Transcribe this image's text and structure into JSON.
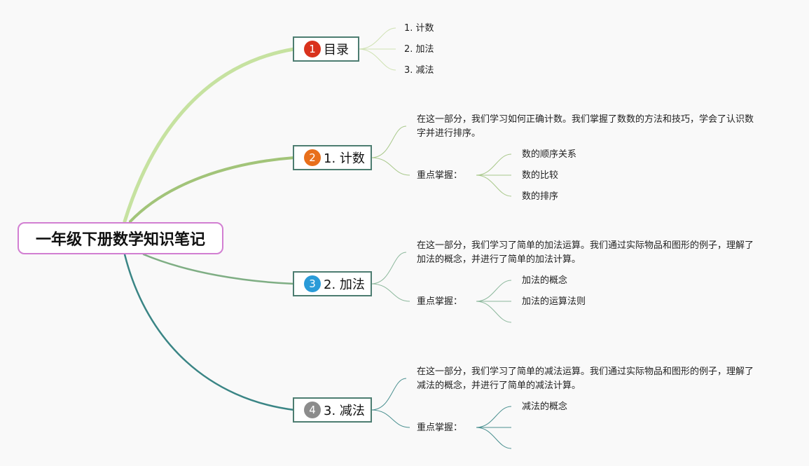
{
  "root": {
    "title": "一年级下册数学知识笔记"
  },
  "branches": [
    {
      "num": "1",
      "color": "#d9321d",
      "label": "目录",
      "items": [
        "1. 计数",
        "2. 加法",
        "3. 减法"
      ]
    },
    {
      "num": "2",
      "color": "#e86f1b",
      "label": "1. 计数",
      "desc": "在这一部分，我们学习如何正确计数。我们掌握了数数的方法和技巧，学会了认识数字并进行排序。",
      "key_label": "重点掌握：",
      "key_items": [
        "数的顺序关系",
        "数的比较",
        "数的排序"
      ]
    },
    {
      "num": "3",
      "color": "#2a9bd8",
      "label": "2. 加法",
      "desc": "在这一部分，我们学习了简单的加法运算。我们通过实际物品和图形的例子，理解了加法的概念，并进行了简单的加法计算。",
      "key_label": "重点掌握：",
      "key_items": [
        "加法的概念",
        "加法的运算法则"
      ]
    },
    {
      "num": "4",
      "color": "#8c8c8c",
      "label": "3. 减法",
      "desc": "在这一部分，我们学习了简单的减法运算。我们通过实际物品和图形的例子，理解了减法的概念，并进行了简单的减法计算。",
      "key_label": "重点掌握：",
      "key_items": [
        "减法的概念"
      ]
    }
  ]
}
